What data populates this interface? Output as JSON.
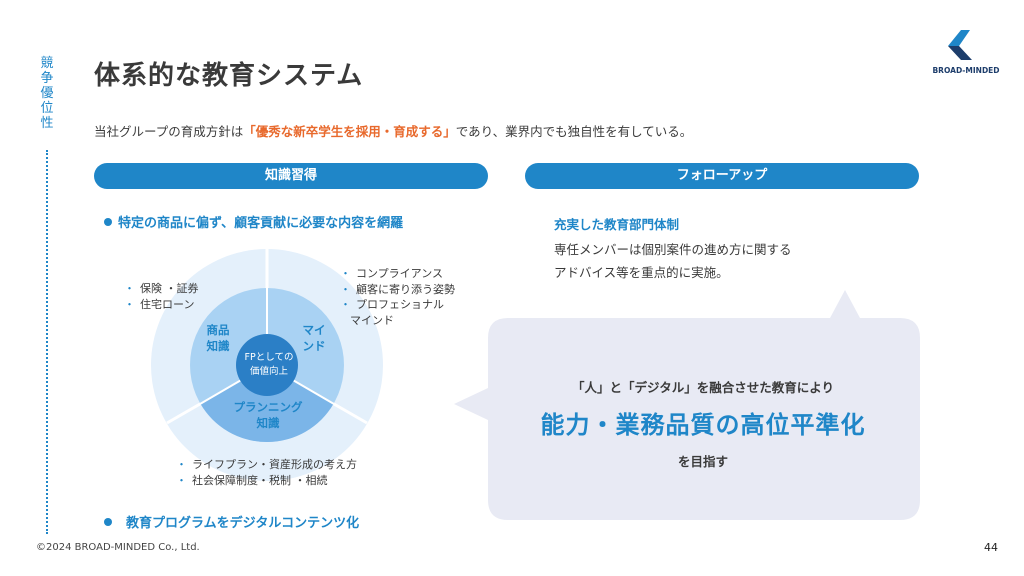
{
  "side_title": [
    "競",
    "争",
    "優",
    "位",
    "性"
  ],
  "title": "体系的な教育システム",
  "logo": {
    "text": "BROAD-MINDED",
    "color": "#1d3d6b",
    "accent": "#1f86c8"
  },
  "intro": {
    "before": "当社グループの育成方針は",
    "highlight": "「優秀な新卒学生を採用・育成する」",
    "after": "であり、業界内でも独自性を有している。"
  },
  "left": {
    "pill": "知識習得",
    "bullet1": "特定の商品に偏ず、顧客貢献に必要な内容を網羅",
    "bullet2": "教育プログラムをデジタルコンテンツ化",
    "wheel": {
      "core_line1": "FPとしての",
      "core_line2": "価値向上",
      "seg_product_1": "商品",
      "seg_product_2": "知識",
      "seg_mind_1": "マイ",
      "seg_mind_2": "ンド",
      "seg_planning_1": "プランニング",
      "seg_planning_2": "知識"
    },
    "list_product": [
      "保険 ・証券",
      "住宅ローン"
    ],
    "list_mind": [
      "コンプライアンス",
      "顧客に寄り添う姿勢",
      "プロフェショナル",
      "マインド"
    ],
    "list_planning": [
      "ライフプラン・資産形成の考え方",
      "社会保障制度・税制 ・相続"
    ]
  },
  "right": {
    "pill": "フォローアップ",
    "heading": "充実した教育部門体制",
    "body_line1": "専任メンバーは個別案件の進め方に関する",
    "body_line2": "アドバイス等を重点的に実施。",
    "bubble_lead": "「人」と「デジタル」を融合させた教育により",
    "bubble_main": "能力・業務品質の高位平準化",
    "bubble_tail": "を目指す"
  },
  "footer": {
    "copyright": "©2024 BROAD-MINDED Co., Ltd.",
    "page": "44"
  },
  "colors": {
    "accent": "#1f86c8",
    "highlight": "#e8692c",
    "bubble": "#e8eaf4"
  }
}
